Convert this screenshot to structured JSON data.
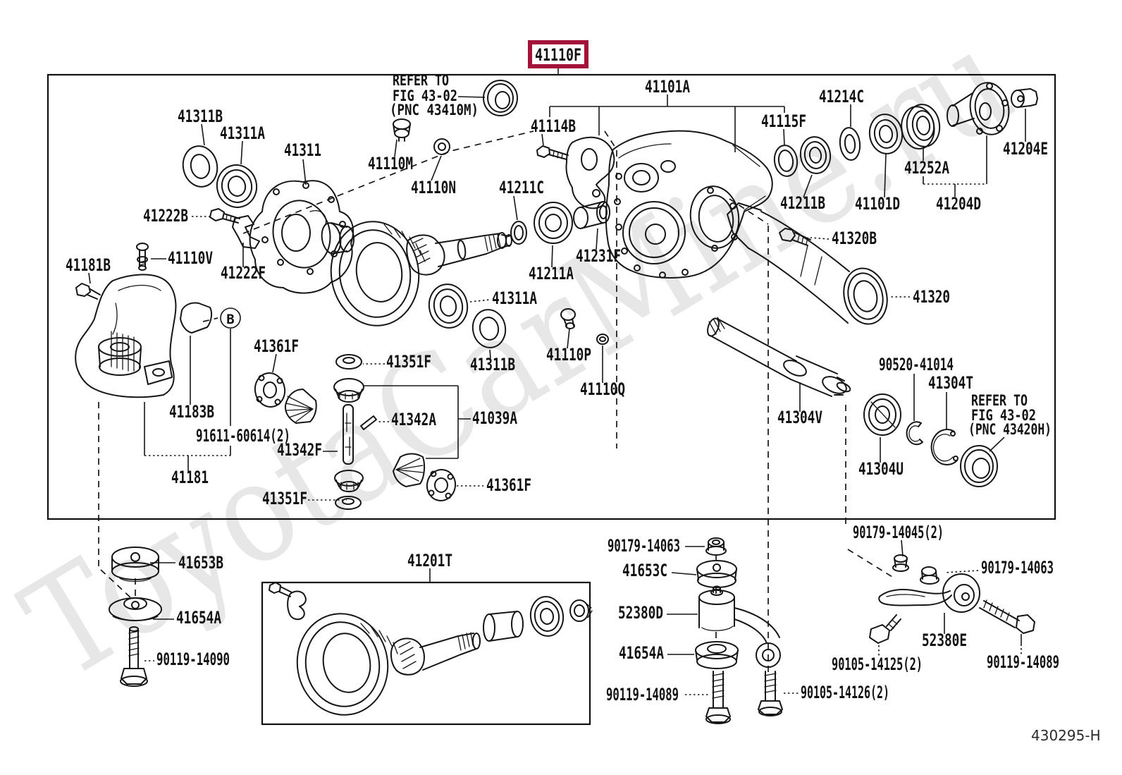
{
  "figure": {
    "sheet_code": "430295-H",
    "watermark": "ToyotaCarMine.ru",
    "highlighted_callout": {
      "text": "41110F"
    },
    "callout_circle": {
      "letter": "B"
    },
    "notes": {
      "ref1": {
        "line1": "REFER TO",
        "line2": "FIG 43-02",
        "line3": "(PNC 43410M)"
      },
      "ref2": {
        "line1": "REFER TO",
        "line2": "FIG 43-02",
        "line3": "(PNC 43420H)"
      }
    },
    "labels": {
      "l41101a": "41101A",
      "l41114b": "41114B",
      "l41110m": "41110M",
      "l41110n": "41110N",
      "l41211c": "41211C",
      "l41311b_top": "41311B",
      "l41311a_top": "41311A",
      "l41311": "41311",
      "l41222b": "41222B",
      "l41110v": "41110V",
      "l41222f": "41222F",
      "l41181b": "41181B",
      "l41115f": "41115F",
      "l41214c": "41214C",
      "l41211b": "41211B",
      "l41101d": "41101D",
      "l41252a": "41252A",
      "l41204d": "41204D",
      "l41204e": "41204E",
      "l41320b": "41320B",
      "l41231f": "41231F",
      "l41211a": "41211A",
      "l41311a_mid": "41311A",
      "l41311b_mid": "41311B",
      "l41110p": "41110P",
      "l41110q": "41110Q",
      "l41320": "41320",
      "l90520_41014": "90520-41014",
      "l41304t": "41304T",
      "l41304v": "41304V",
      "l41304u": "41304U",
      "l41361f_u": "41361F",
      "l41351f_u": "41351F",
      "l41342a": "41342A",
      "l41039a": "41039A",
      "l91611_60614": "91611-60614(2)",
      "l41342f": "41342F",
      "l41183b": "41183B",
      "l41181": "41181",
      "l41361f_l": "41361F",
      "l41351f_l": "41351F",
      "l41653b": "41653B",
      "l41654a_l": "41654A",
      "l90119_14090": "90119-14090",
      "l41201t": "41201T",
      "l90179_14063_l": "90179-14063",
      "l41653c": "41653C",
      "l52380d": "52380D",
      "l41654a_r": "41654A",
      "l90119_14089_c": "90119-14089",
      "l90105_14126": "90105-14126(2)",
      "l90179_14045": "90179-14045(2)",
      "l90179_14063_r": "90179-14063",
      "l52380e": "52380E",
      "l90105_14125": "90105-14125(2)",
      "l90119_14089_r": "90119-14089"
    }
  }
}
